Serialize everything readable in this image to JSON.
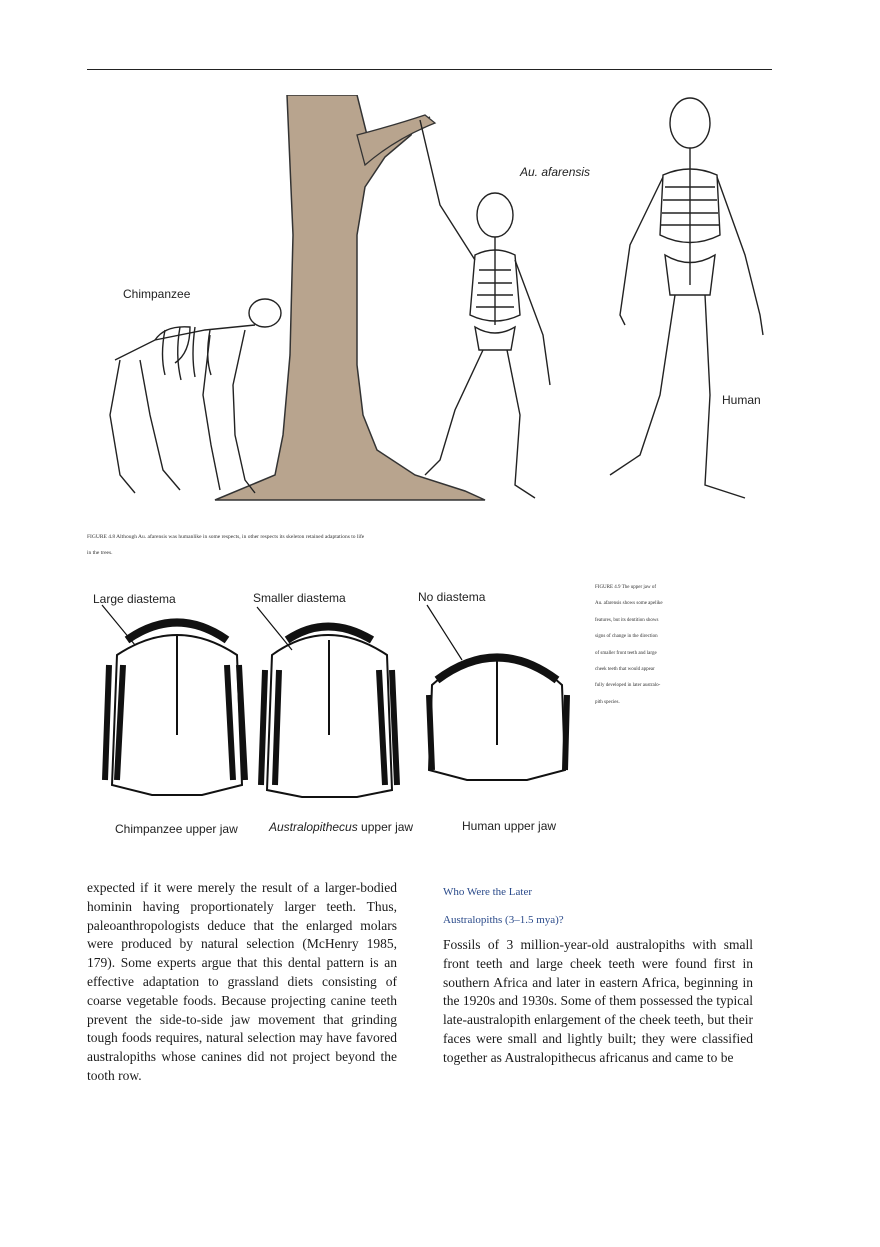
{
  "figure8": {
    "labels": {
      "chimp": "Chimpanzee",
      "afarensis": "Au. afarensis",
      "human": "Human"
    },
    "caption_line1": "FIGURE 4.8 Although Au. afarensis was humanlike in some respects, in other respects its skeleton retained adaptations to life",
    "caption_line2": "in the trees."
  },
  "figure9": {
    "labels": {
      "large": "Large diastema",
      "smaller": "Smaller diastema",
      "none": "No diastema",
      "chimp_jaw": "Chimpanzee upper jaw",
      "austra_jaw_italic": "Australopithecus",
      "austra_jaw_rest": " upper jaw",
      "human_jaw": "Human upper jaw"
    },
    "caption_lines": [
      "FIGURE 4.9 The upper jaw of",
      "Au. afarensis shows some apelike",
      "features, but its dentition shows",
      "signs of change in the direction",
      "of smaller front teeth and large",
      "cheek teeth that would appear",
      "fully developed in later australo-",
      "pith species."
    ]
  },
  "left_column": "expected if it were merely the result of a larger-bodied hominin having proportionately larger teeth. Thus, paleoanthropologists deduce that the enlarged molars were produced by natural selection (McHenry 1985, 179). Some experts argue that this dental pattern is an effective adaptation to grassland diets consisting of coarse vegetable foods. Because projecting canine teeth prevent the side-to-side jaw movement that grinding tough foods requires, natural selection may have favored australopiths whose canines did not project beyond the tooth row.",
  "section_heading_line1": "Who Were the Later",
  "section_heading_line2": "Australopiths (3–1.5 mya)?",
  "right_column": "Fossils of 3 million-year-old australopiths with small front teeth and large cheek teeth were found first in southern Africa and later in eastern Africa, beginning in the 1920s and 1930s. Some of them possessed the typical late-australopith enlargement of the cheek teeth, but their faces were small and lightly built; they were classified together as Australopithecus africanus and came to be"
}
